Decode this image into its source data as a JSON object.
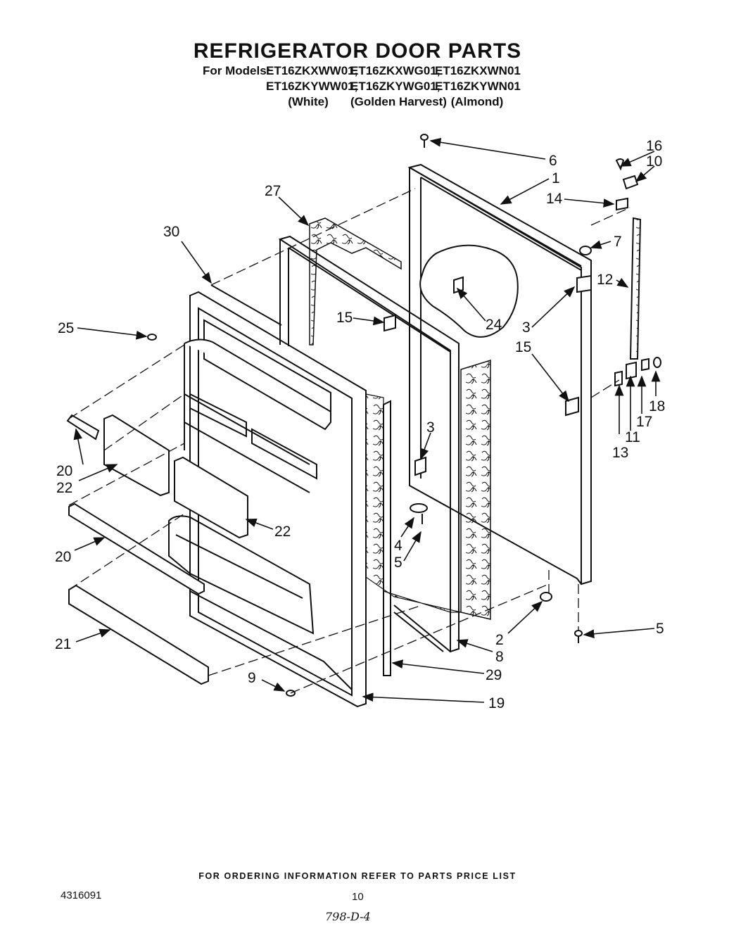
{
  "title": "REFRIGERATOR DOOR PARTS",
  "models_label": "For Models:",
  "models": [
    [
      "ET16ZKXWW01,",
      "ET16ZKXWG01,",
      "ET16ZKXWN01"
    ],
    [
      "ET16ZKYWW01,",
      "ET16ZKYWG01,",
      "ET16ZKYWN01"
    ]
  ],
  "colors": [
    "(White)",
    "(Golden Harvest)",
    "(Almond)"
  ],
  "callouts": [
    "6",
    "16",
    "10",
    "1",
    "14",
    "27",
    "7",
    "30",
    "12",
    "3",
    "24",
    "15",
    "25",
    "15",
    "3",
    "18",
    "17",
    "11",
    "13",
    "20",
    "22",
    "22",
    "4",
    "5",
    "20",
    "2",
    "5",
    "21",
    "8",
    "29",
    "9",
    "19"
  ],
  "footer_note": "FOR ORDERING INFORMATION REFER TO PARTS PRICE LIST",
  "doc_number": "4316091",
  "page_number": "10",
  "handwritten": "798-D-4",
  "colors_ink": {
    "line": "#111111",
    "paper": "#ffffff"
  }
}
